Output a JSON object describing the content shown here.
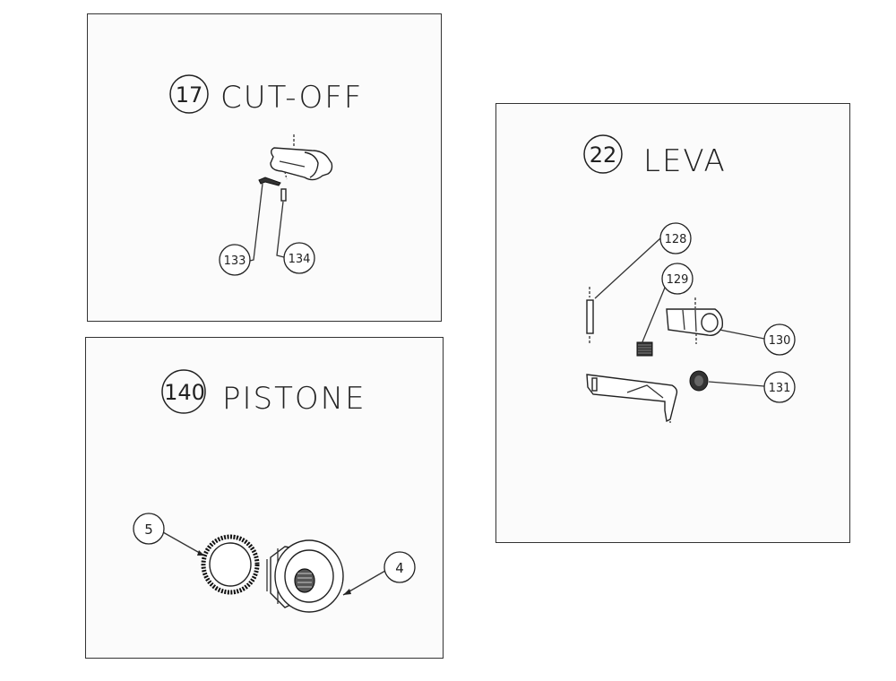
{
  "panels": {
    "cutoff": {
      "number": "17",
      "title": "CUT-OFF",
      "callouts": [
        "133",
        "134"
      ]
    },
    "pistone": {
      "number": "140",
      "title": "PISTONE",
      "callouts": [
        "5",
        "4"
      ]
    },
    "leva": {
      "number": "22",
      "title": "LEVA",
      "callouts": [
        "128",
        "129",
        "130",
        "131"
      ]
    }
  }
}
